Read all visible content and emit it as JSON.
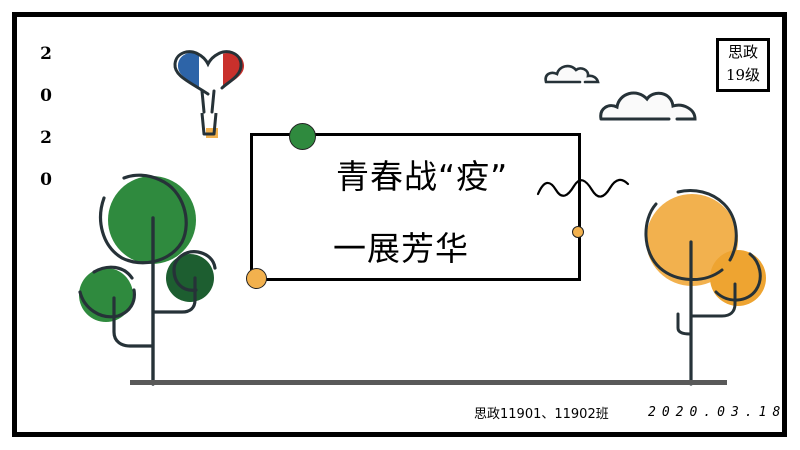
{
  "slide": {
    "year_vertical": [
      "2",
      "0",
      "2",
      "0"
    ],
    "badge": {
      "line1": "思政",
      "line2": "19级"
    },
    "title": {
      "line1": "青春战“疫”",
      "line2": "一展芳华"
    },
    "classes_label": "思政11901、11902班",
    "date": "2020.03.18",
    "icons": [
      "heart-balloon-icon",
      "cloud-small-icon",
      "cloud-large-icon",
      "wave-squiggle-icon",
      "green-tree-icon",
      "orange-tree-icon"
    ]
  },
  "colors": {
    "frame": "#000000",
    "green": "#2f8a3e",
    "dark_green": "#1d5e30",
    "orange": "#f2b14e",
    "orange_dark": "#eea431",
    "outline": "#263238",
    "ground": "#595959",
    "flag_blue": "#2d64a8",
    "flag_red": "#c9302c"
  }
}
